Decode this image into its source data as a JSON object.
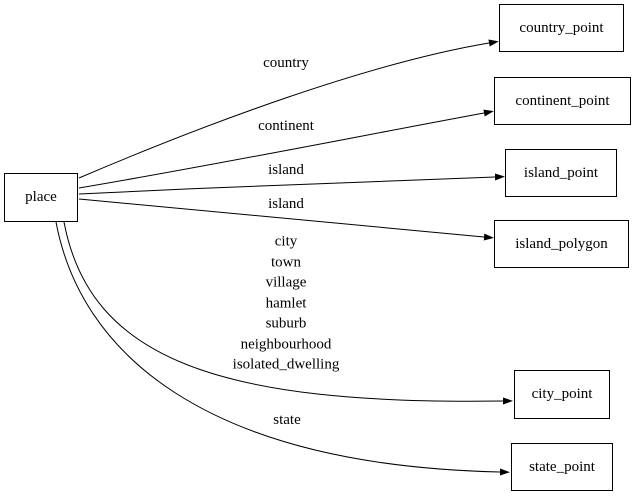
{
  "diagram": {
    "type": "directed-graph",
    "colors": {
      "background": "#ffffff",
      "node_border": "#000000",
      "edge": "#000000",
      "text": "#000000"
    },
    "nodes": {
      "place": {
        "label": "place"
      },
      "country_point": {
        "label": "country_point"
      },
      "continent_point": {
        "label": "continent_point"
      },
      "island_point": {
        "label": "island_point"
      },
      "island_polygon": {
        "label": "island_polygon"
      },
      "city_point": {
        "label": "city_point"
      },
      "state_point": {
        "label": "state_point"
      }
    },
    "edges": [
      {
        "from": "place",
        "to": "country_point",
        "label": "country"
      },
      {
        "from": "place",
        "to": "continent_point",
        "label": "continent"
      },
      {
        "from": "place",
        "to": "island_point",
        "label": "island"
      },
      {
        "from": "place",
        "to": "island_polygon",
        "label": "island"
      },
      {
        "from": "place",
        "to": "city_point",
        "lines": [
          "city",
          "town",
          "village",
          "hamlet",
          "suburb",
          "neighbourhood",
          "isolated_dwelling"
        ]
      },
      {
        "from": "place",
        "to": "state_point",
        "label": "state"
      }
    ]
  }
}
